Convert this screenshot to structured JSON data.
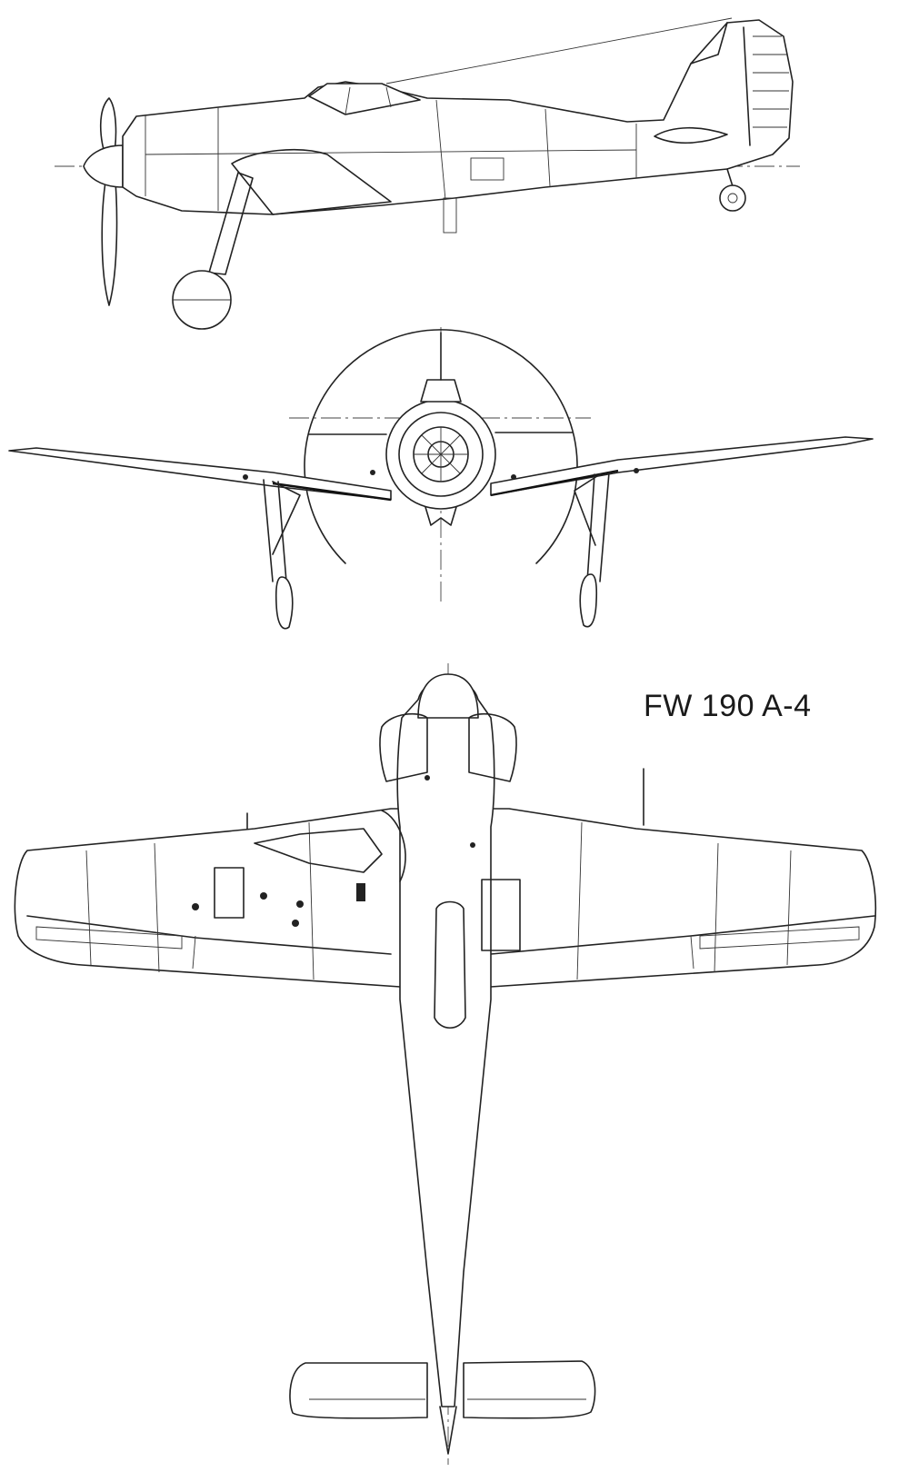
{
  "drawing": {
    "designation": "FW 190 A-4",
    "views": [
      "side-view",
      "front-view",
      "top-view"
    ],
    "line_color": "#222222",
    "background_color": "#ffffff"
  }
}
